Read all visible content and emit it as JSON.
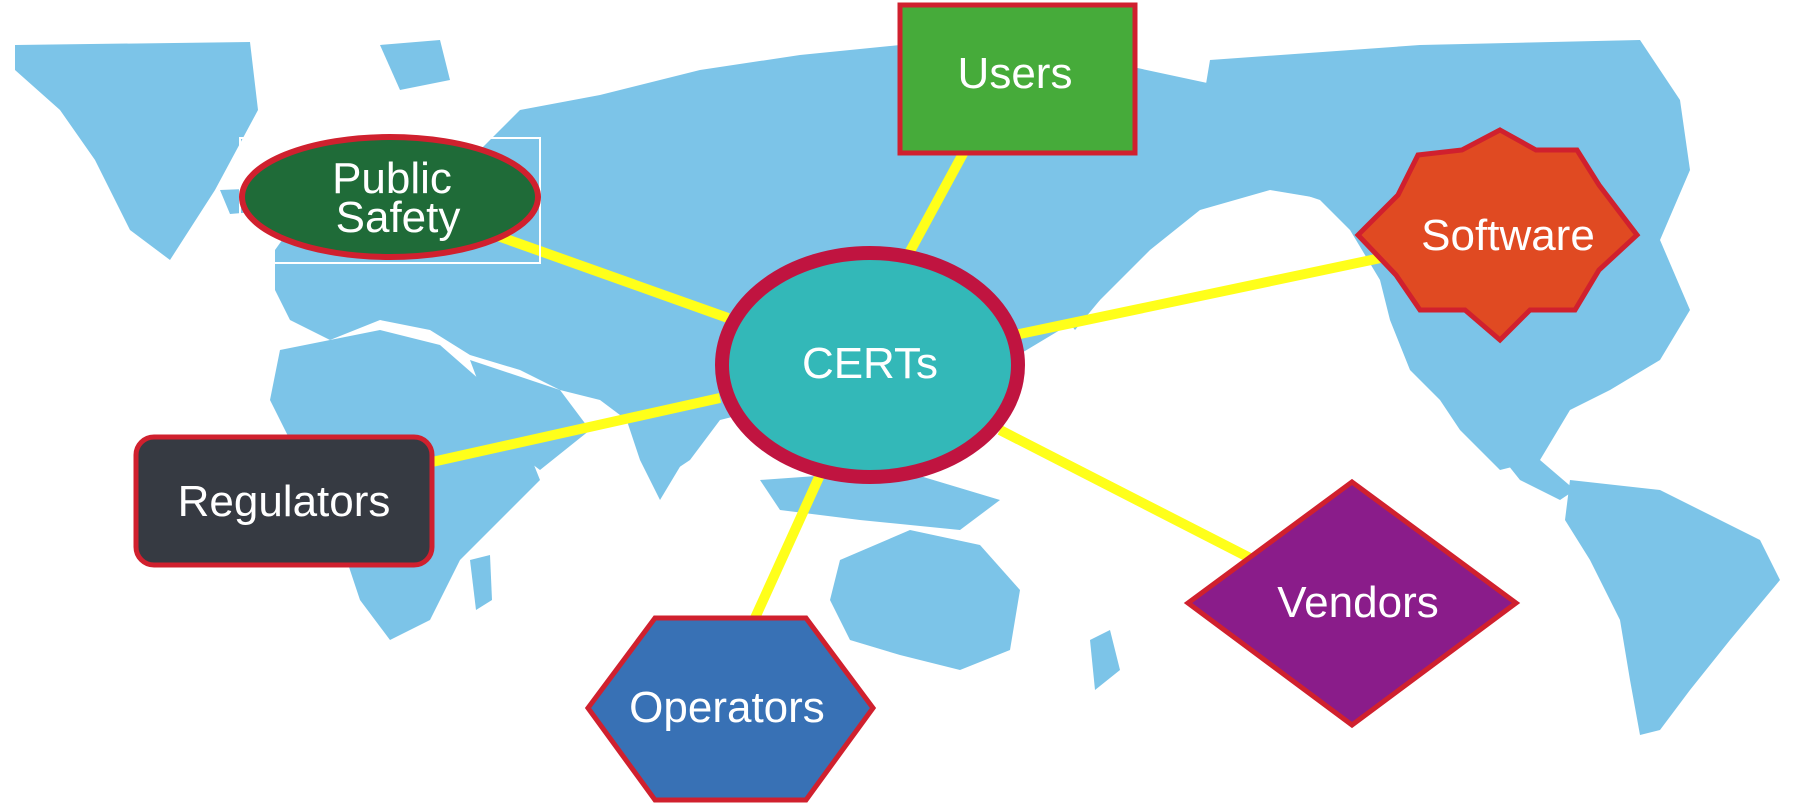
{
  "colors": {
    "background": "#ffffff",
    "map_land": "#7cc4e8",
    "connector": "#ffff1a",
    "node_border": "#d0202e",
    "hub_fill": "#33b8b8",
    "hub_border": "#c01440"
  },
  "hub": {
    "label": "CERTs"
  },
  "nodes": {
    "users": {
      "label": "Users",
      "shape": "rectangle",
      "color": "#46ab3a"
    },
    "public_safety": {
      "label_line1": "Public",
      "label_line2": "Safety",
      "shape": "ellipse",
      "color": "#1f6b38"
    },
    "software": {
      "label": "Software",
      "shape": "star",
      "color": "#e04a22"
    },
    "regulators": {
      "label": "Regulators",
      "shape": "rounded-rectangle",
      "color": "#363a42"
    },
    "operators": {
      "label": "Operators",
      "shape": "hexagon",
      "color": "#3871b5"
    },
    "vendors": {
      "label": "Vendors",
      "shape": "diamond",
      "color": "#8a1c8a"
    }
  }
}
